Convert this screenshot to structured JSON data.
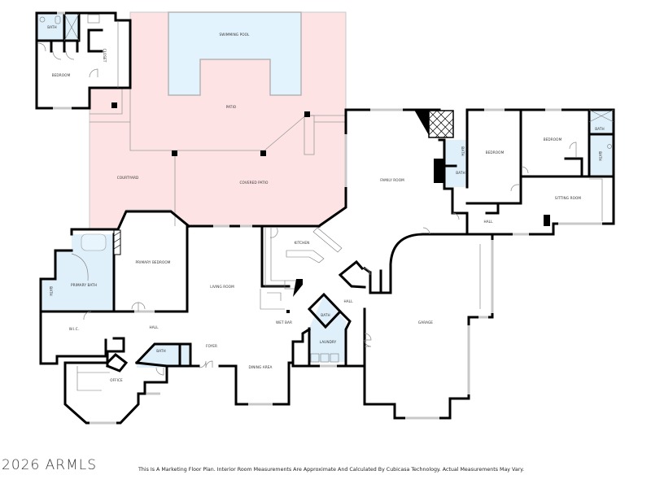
{
  "plan": {
    "type": "floor-plan",
    "rooms": {
      "guest_bath": "BATH",
      "guest_bedroom": "BEDROOM",
      "guest_closet": "CLOSET",
      "swimming_pool": "SWIMMING POOL",
      "patio": "PATIO",
      "courtyard": "COURTYARD",
      "covered_patio": "COVERED PATIO",
      "family_room": "FAMILY ROOM",
      "jack_bath_upper": "BATH",
      "jack_bath_lower": "BATH",
      "bedroom_2": "BEDROOM",
      "bedroom_3": "BEDROOM",
      "east_bath_upper": "BATH",
      "east_bath_lower": "BATH",
      "sitting_room": "SITTING ROOM",
      "hall_east": "HALL",
      "kitchen": "KITCHEN",
      "primary_bedroom": "PRIMARY BEDROOM",
      "primary_bath": "PRIMARY BATH",
      "primary_wc": "BATH",
      "wic": "W.I.C.",
      "living_room": "LIVING ROOM",
      "hall_west": "HALL",
      "powder_bath": "BATH",
      "foyer": "FOYER",
      "office": "OFFICE",
      "wet_bar": "WET BAR",
      "dining_area": "DINING AREA",
      "laundry_bath": "BATH",
      "laundry": "LAUNDRY",
      "hall_center": "HALL",
      "garage": "GARAGE"
    },
    "colors": {
      "outdoor": "#fde3e4",
      "wet_area": "#dff0fb",
      "wall": "#000000"
    }
  },
  "footer": {
    "watermark": "2026 ARMLS",
    "disclaimer": "This Is A Marketing Floor Plan. Interior Room Measurements Are Approximate And Calculated By Cubicasa Technology. Actual Measurements May Vary."
  }
}
